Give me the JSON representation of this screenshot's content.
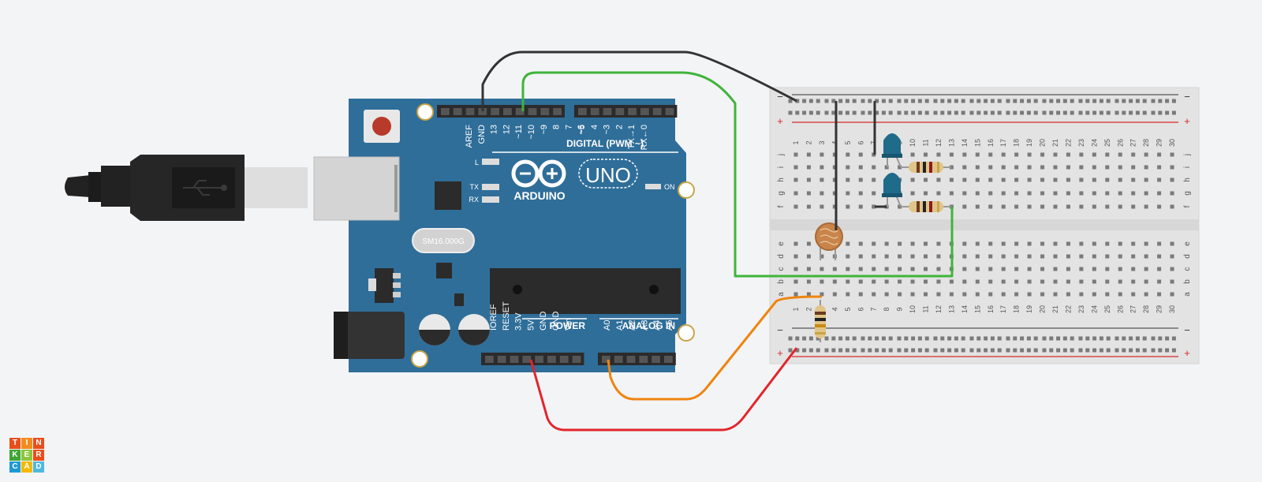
{
  "arduino": {
    "brand": "ARDUINO",
    "model": "UNO",
    "digital_header": "DIGITAL (PWM ~)",
    "digital_pins": [
      "AREF",
      "GND",
      "13",
      "12",
      "~11",
      "~10",
      "~9",
      "8",
      "7",
      "~6",
      "~5",
      "4",
      "~3",
      "2",
      "TX→1",
      "RX←0"
    ],
    "led_l": "L",
    "led_tx": "TX",
    "led_rx": "RX",
    "on_label": "ON",
    "crystal": "SM16.000G",
    "power_header": "POWER",
    "power_pins": [
      "IOREF",
      "RESET",
      "3.3V",
      "5V",
      "GND",
      "GND",
      "Vin"
    ],
    "analog_header": "ANALOG IN",
    "analog_pins": [
      "A0",
      "A1",
      "A2",
      "A3",
      "A4",
      "A5"
    ]
  },
  "breadboard": {
    "minus": "−",
    "plus": "+",
    "upper_rows": [
      "j",
      "i",
      "h",
      "g",
      "f"
    ],
    "lower_rows": [
      "e",
      "d",
      "c",
      "b",
      "a"
    ],
    "columns": [
      "1",
      "2",
      "3",
      "4",
      "5",
      "6",
      "7",
      "8",
      "9",
      "10",
      "11",
      "12",
      "13",
      "14",
      "15",
      "16",
      "17",
      "18",
      "19",
      "20",
      "21",
      "22",
      "23",
      "24",
      "25",
      "26",
      "27",
      "28",
      "29",
      "30"
    ]
  },
  "logo": {
    "letters": [
      "T",
      "I",
      "N",
      "K",
      "E",
      "R",
      "C",
      "A",
      "D"
    ]
  },
  "colors": {
    "board": "#2f6e99",
    "wire_black": "#333333",
    "wire_green": "#3fb43a",
    "wire_orange": "#ee8510",
    "wire_red": "#e3242b",
    "led": "#1f6b8a",
    "logo": [
      "#e84e1c",
      "#f28c1c",
      "#e84e1c",
      "#3fa535",
      "#8cc63f",
      "#e84e1c",
      "#1c9ad6",
      "#f5b800",
      "#4fb8e0"
    ]
  }
}
